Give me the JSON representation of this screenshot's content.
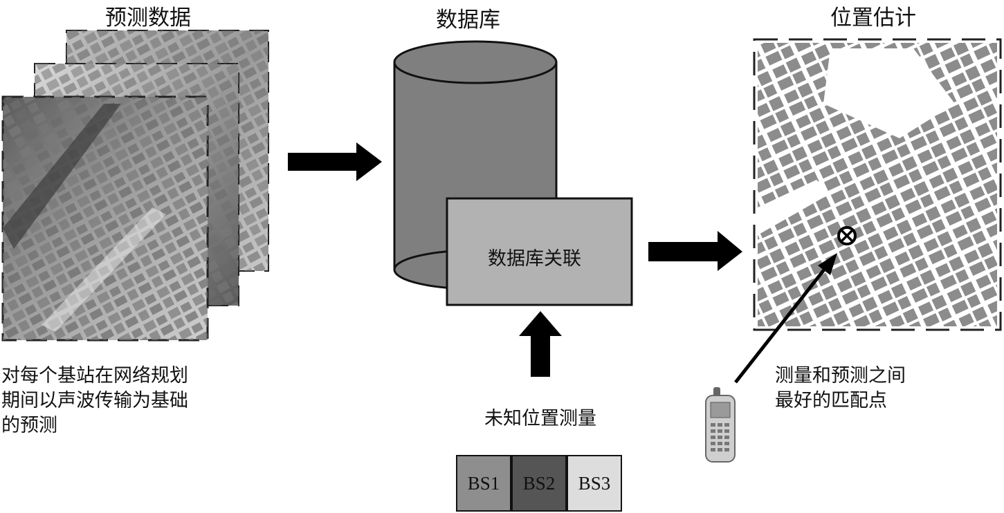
{
  "titles": {
    "prediction": "预测数据",
    "database": "数据库",
    "estimate": "位置估计"
  },
  "prediction_caption": [
    "对每个基站在网络规划",
    "期间以声波传输为基础",
    "的预测"
  ],
  "association_label": "数据库关联",
  "measurement_label": "未知位置测量",
  "base_stations": [
    {
      "label": "BS1",
      "color": "#8e8e8e"
    },
    {
      "label": "BS2",
      "color": "#555555"
    },
    {
      "label": "BS3",
      "color": "#dddddd"
    }
  ],
  "match_caption": [
    "测量和预测之间",
    "最好的匹配点"
  ],
  "colors": {
    "cylinder": "#7f7f7f",
    "association_box": "#b2b2b2",
    "arrow": "#000000",
    "building": "#8c8c8c"
  }
}
